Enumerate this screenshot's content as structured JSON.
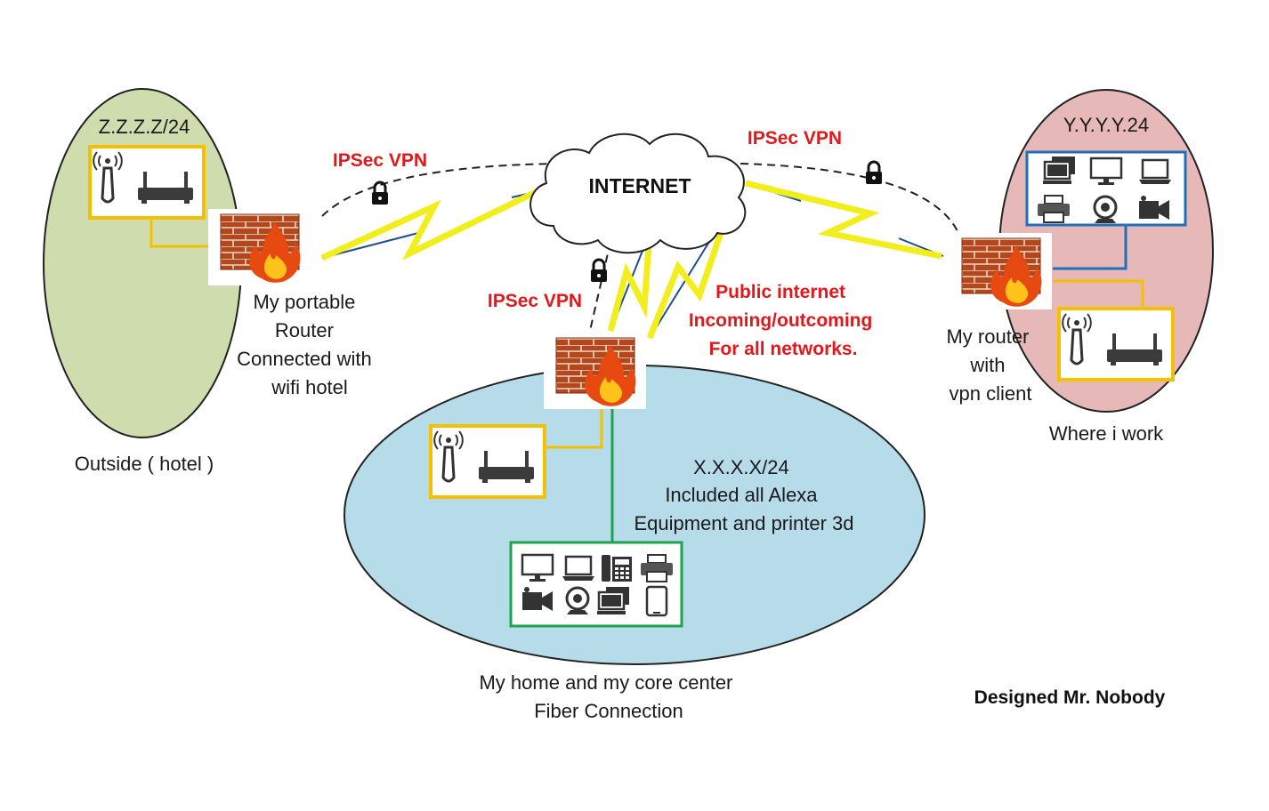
{
  "labels": {
    "internet": "INTERNET",
    "hotel_subnet": "Z.Z.Z.Z/24",
    "hotel_caption": "Outside ( hotel )",
    "portable_router": [
      "My portable",
      "Router",
      "Connected with",
      "wifi hotel"
    ],
    "work_subnet": "Y.Y.Y.Y.24",
    "work_caption": "Where i work",
    "work_router": [
      "My router",
      "with",
      "vpn client"
    ],
    "home_info": [
      "X.X.X.X/24",
      "Included all Alexa",
      "Equipment and printer 3d"
    ],
    "home_caption": [
      "My home and my core center",
      "Fiber Connection"
    ],
    "vpn_left": "IPSec VPN",
    "vpn_right": "IPSec VPN",
    "vpn_center": "IPSec VPN",
    "public_internet": [
      "Public internet",
      "Incoming/outcoming",
      "For all networks."
    ],
    "signature": "Designed Mr. Nobody"
  },
  "colors": {
    "hotel_zone": "#cfdcae",
    "home_zone": "#b7dce9",
    "work_zone": "#e6b8b8",
    "vpn_text": "#e0191c",
    "lightning": "#f2ee1e",
    "router_box": "#f5c000",
    "home_device_box": "#1ea34a",
    "work_device_box": "#1f6fbd",
    "firewall_brick": "#b4481c"
  },
  "icons": {
    "home_devices": [
      "desktop-monitor-icon",
      "laptop-icon",
      "ip-phone-icon",
      "printer-icon",
      "video-camera-icon",
      "webcam-icon",
      "workstation-icon",
      "tablet-icon"
    ],
    "work_devices": [
      "workstation-icon",
      "desktop-monitor-icon",
      "laptop-icon",
      "printer-icon",
      "webcam-icon",
      "video-camera-icon"
    ],
    "router": [
      "wifi-antenna-icon",
      "router-icon"
    ],
    "firewall": "firewall-icon",
    "lock": "lock-icon",
    "cloud": "cloud-icon"
  }
}
